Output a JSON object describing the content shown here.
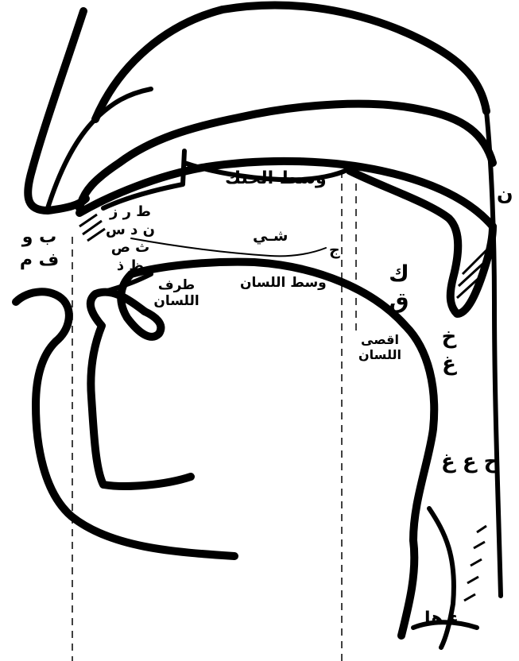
{
  "labels": {
    "hard_palate": "وسط الحنك",
    "tongue_tip": "طرف اللسان",
    "tongue_middle": "وسط اللسان",
    "tongue_back": "اقصى اللسان",
    "letter_jeem": "ج",
    "letters_sheen_ya": "شـي",
    "letters_qaf_kaf": "ك ق",
    "letters_kha_ghain": "خ غ",
    "letters_ain_ha": "ح ع غ",
    "letter_noon": "ن",
    "letters_hamza_ha": "ء ها",
    "letters_lips": "ب و ف م",
    "letters_front": "ط ر ز ن د س ث ص ظ ذ"
  },
  "colors": {
    "ink": "#000000",
    "paper": "#ffffff"
  }
}
